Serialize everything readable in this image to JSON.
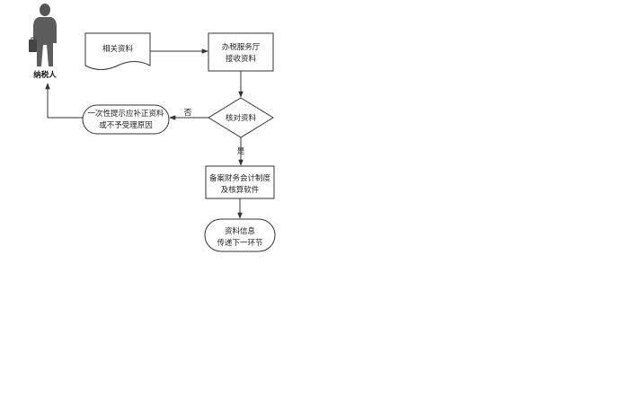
{
  "actor": {
    "label": "纳税人",
    "icon": "businessman-icon"
  },
  "nodes": {
    "documents": {
      "label": "相关资料"
    },
    "receive": {
      "lines": [
        "办税服务厅",
        "接收资料"
      ]
    },
    "check": {
      "label": "核对资料"
    },
    "reject": {
      "lines": [
        "一次性提示应补正资料",
        "或不予受理原因"
      ]
    },
    "record": {
      "lines": [
        "备案财务会计制度",
        "及核算软件"
      ]
    },
    "transfer": {
      "lines": [
        "资料信息",
        "传递下一环节"
      ]
    }
  },
  "edges": {
    "no_label": "否",
    "yes_label": "是"
  }
}
